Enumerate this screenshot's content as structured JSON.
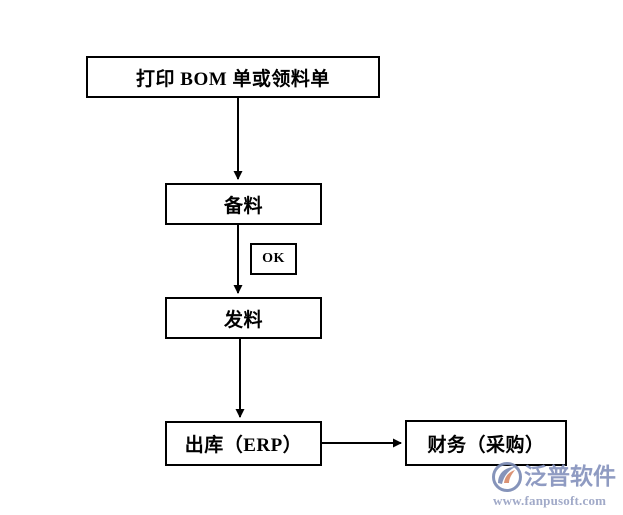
{
  "diagram": {
    "title": "",
    "background_color": "#ffffff",
    "line_color": "#000000",
    "nodes": [
      {
        "id": "print",
        "label": "打印 BOM 单或领料单"
      },
      {
        "id": "prepare",
        "label": "备料"
      },
      {
        "id": "ok",
        "label": "OK"
      },
      {
        "id": "issue",
        "label": "发料"
      },
      {
        "id": "out",
        "label": "出库（ERP）"
      },
      {
        "id": "finance",
        "label": "财务（采购）"
      }
    ],
    "edges": [
      {
        "from": "print",
        "to": "prepare",
        "label": "",
        "direction": "down"
      },
      {
        "from": "prepare",
        "to": "issue",
        "label": "OK",
        "direction": "down"
      },
      {
        "from": "issue",
        "to": "out",
        "label": "",
        "direction": "down"
      },
      {
        "from": "out",
        "to": "finance",
        "label": "",
        "direction": "right"
      }
    ]
  },
  "watermark": {
    "brand": "泛普软件",
    "url": "www.fanpusoft.com",
    "brand_color": "#8693bd",
    "url_color": "#9aa3c4",
    "mark_outer_color": "#7c8cb5",
    "mark_inner_color": "#d98a6a"
  }
}
